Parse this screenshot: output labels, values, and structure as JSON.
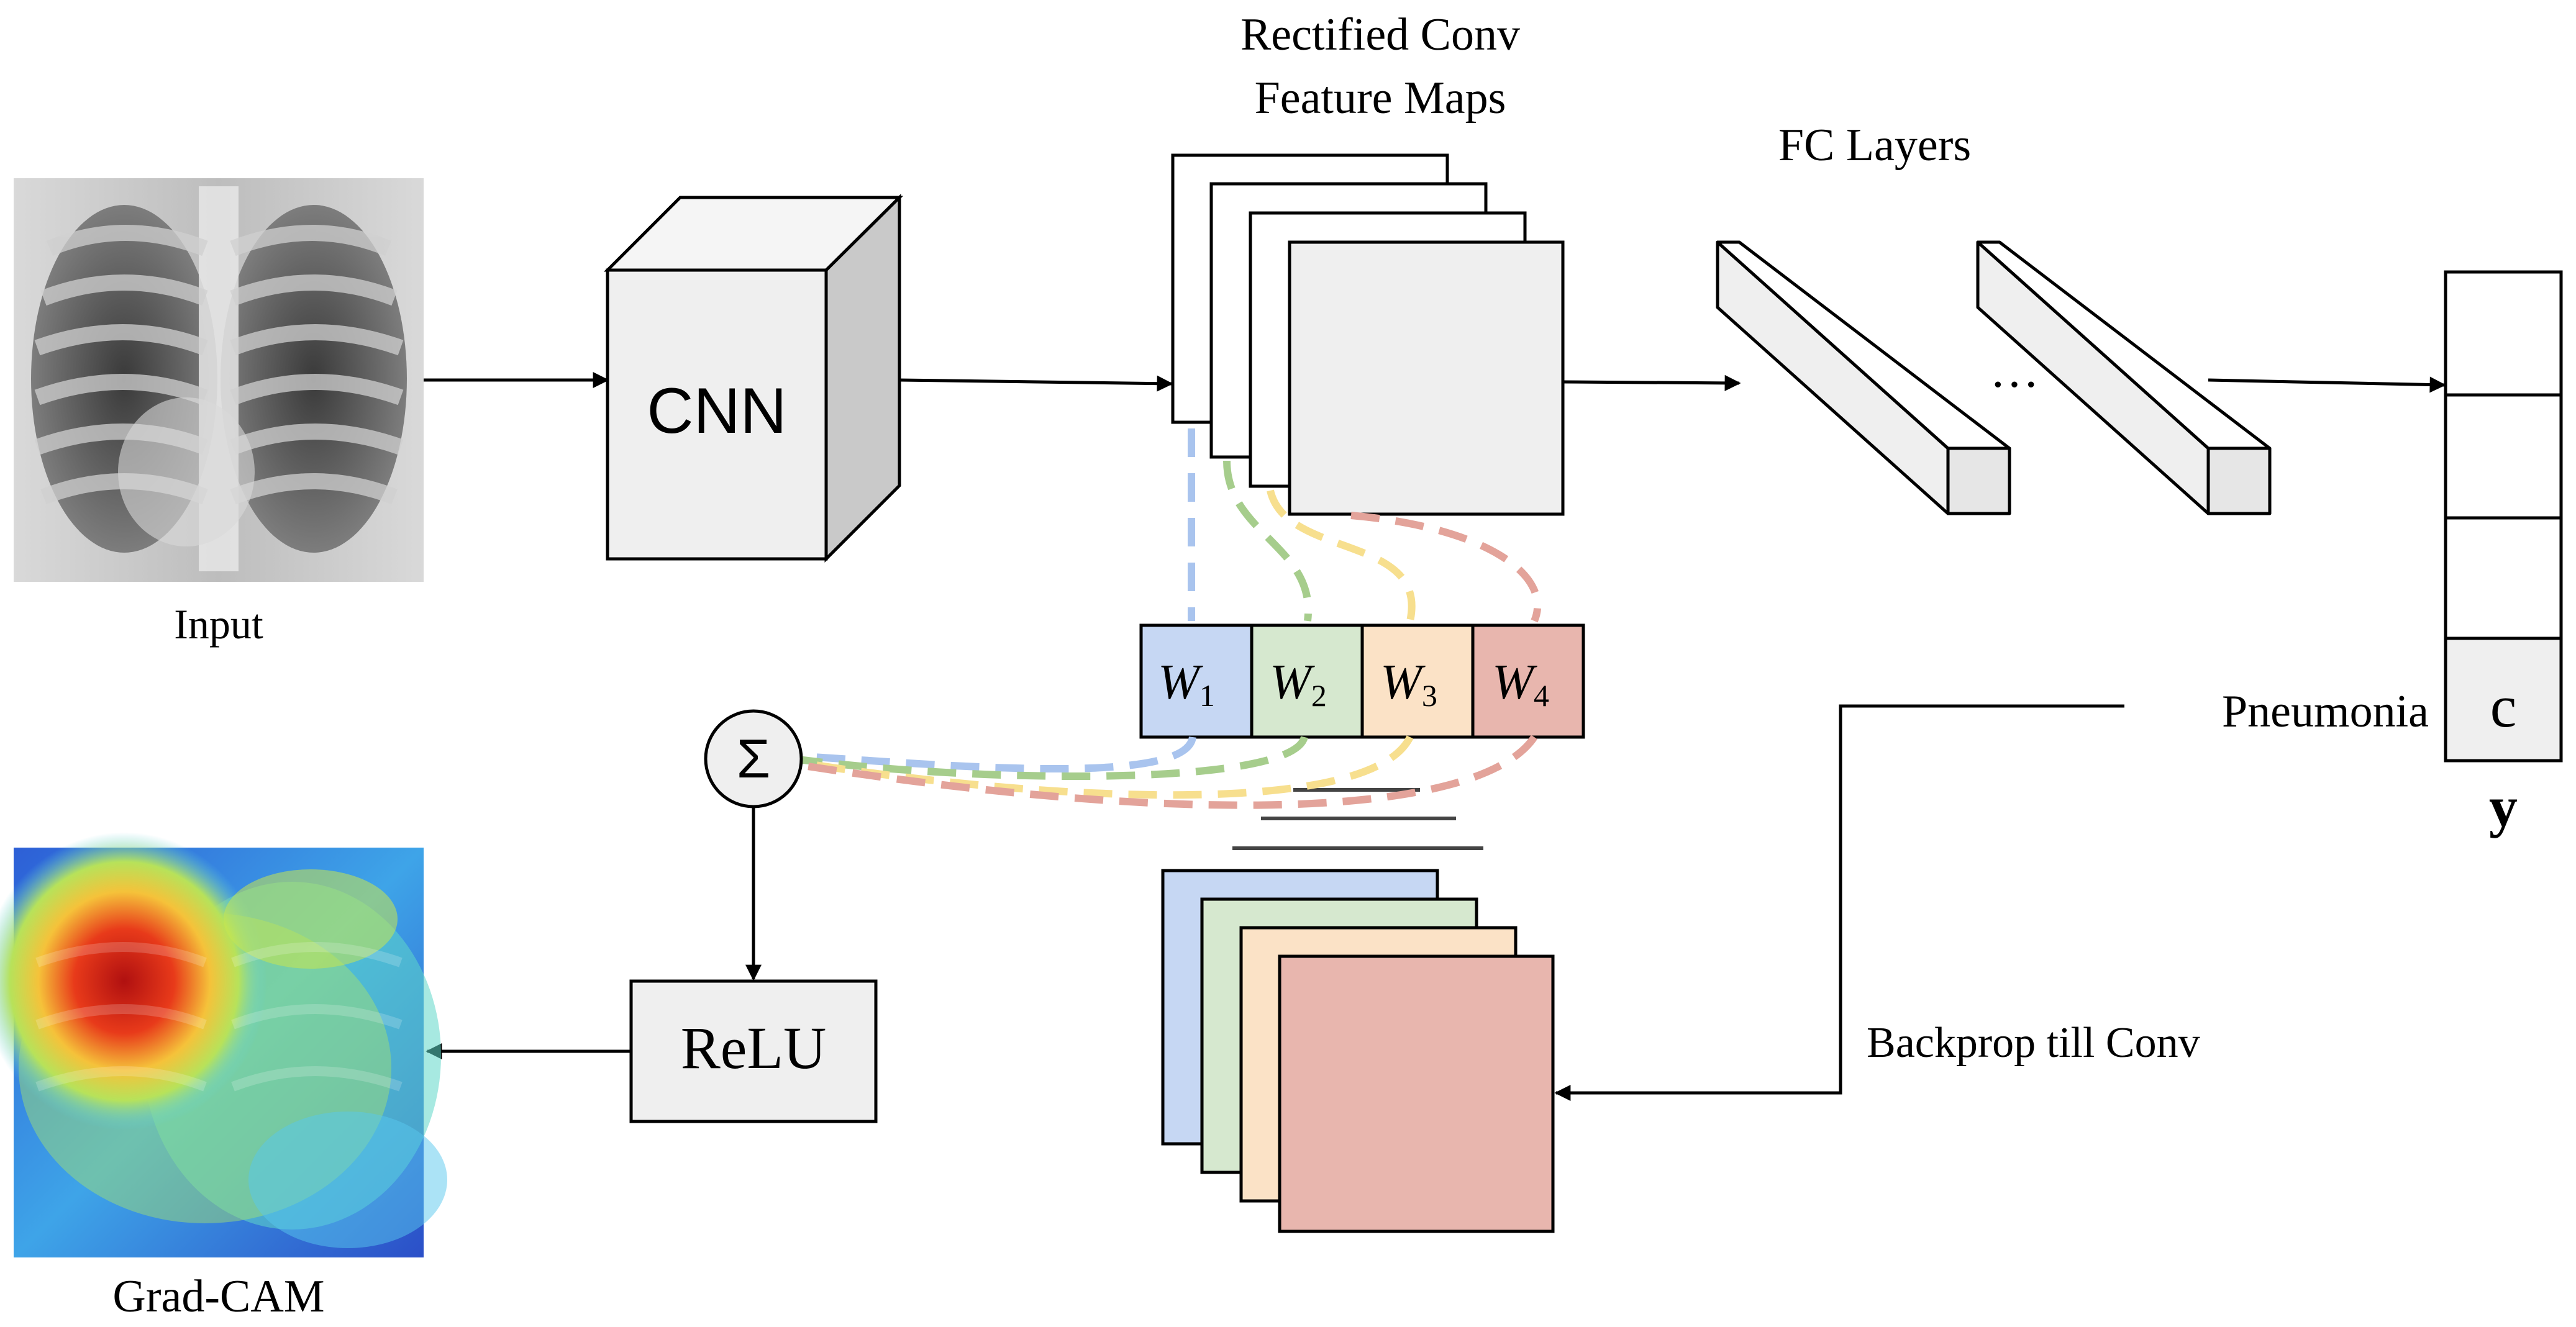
{
  "labels": {
    "input": "Input",
    "cnn": "CNN",
    "rect_line1": "Rectified Conv",
    "rect_line2": "Feature Maps",
    "fc": "FC Layers",
    "ellipsis": "···",
    "pneumonia": "Pneumonia",
    "c": "c",
    "y": "y",
    "relu": "ReLU",
    "sigma": "Σ",
    "gradcam": "Grad-CAM",
    "backprop": "Backprop till Conv"
  },
  "weights": [
    {
      "letter": "W",
      "sub": "1"
    },
    {
      "letter": "W",
      "sub": "2"
    },
    {
      "letter": "W",
      "sub": "3"
    },
    {
      "letter": "W",
      "sub": "4"
    }
  ],
  "colors": {
    "blue_fill": "#c6d7f3",
    "blue_line": "#a9c4ee",
    "green_fill": "#d6e8cf",
    "green_line": "#a6cd8c",
    "orange_fill": "#fbe2c6",
    "orange_line": "#f7df8e",
    "red_fill": "#e8b6ae",
    "red_line": "#e3a39a",
    "box_fill": "#efefef",
    "stroke": "#000000"
  },
  "images": {
    "input": "chest-xray",
    "gradcam": "heatmap-overlay"
  }
}
